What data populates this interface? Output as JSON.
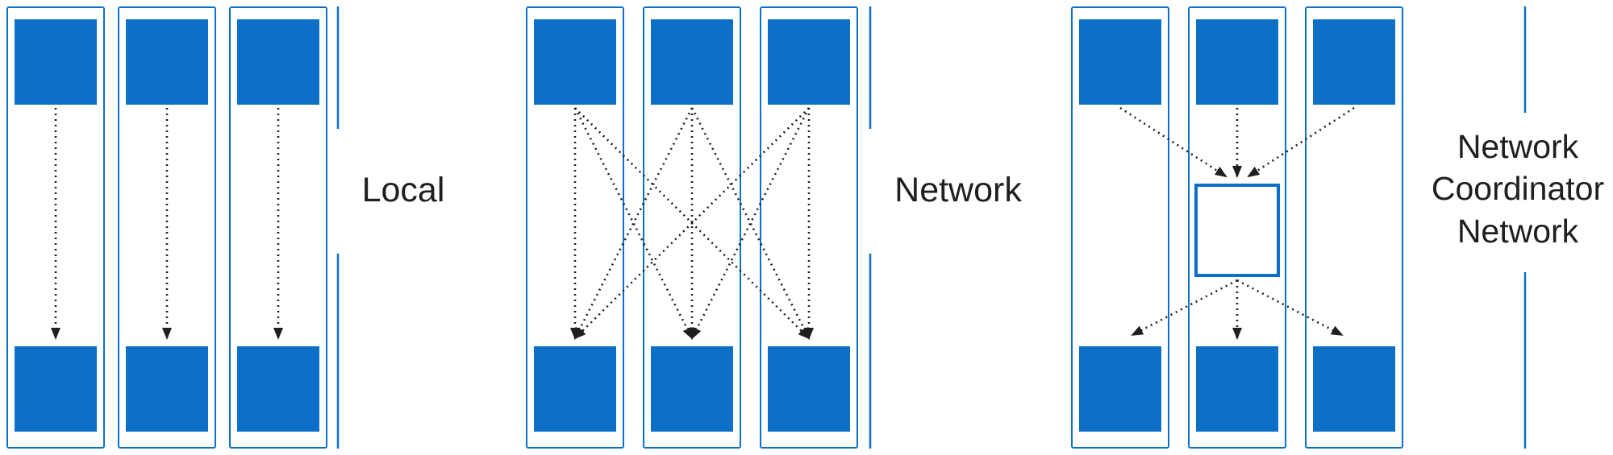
{
  "panels": [
    {
      "label": "Local"
    },
    {
      "label": "Network"
    },
    {
      "label": "Network Coordinator Network"
    }
  ],
  "colors": {
    "node_blue": "#0D70C7",
    "arrow_black": "#1F1F1F",
    "background": "#FFFFFF"
  }
}
